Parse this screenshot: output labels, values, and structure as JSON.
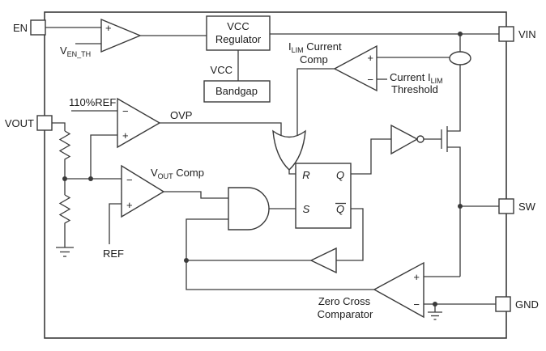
{
  "pins": {
    "en": "EN",
    "vin": "VIN",
    "vout": "VOUT",
    "sw": "SW",
    "gnd": "GND"
  },
  "blocks": {
    "vcc_reg_line1": "VCC",
    "vcc_reg_line2": "Regulator",
    "vcc_net": "VCC",
    "bandgap": "Bandgap"
  },
  "comparators": {
    "en_th_main": "V",
    "en_th_sub": "EN_TH",
    "ilim_name_i": "I",
    "ilim_name_sub": "LIM",
    "ilim_name_rest": " Current",
    "ilim_name_line2": "Comp",
    "ilim_thresh_pre": "Current I",
    "ilim_thresh_sub": "LIM",
    "ilim_thresh_line2": "Threshold",
    "ovp": "OVP",
    "ref110": "110%REF",
    "vout_comp_v": "V",
    "vout_comp_sub": "OUT",
    "vout_comp_rest": " Comp",
    "ref": "REF",
    "zc_line1": "Zero Cross",
    "zc_line2": "Comparator"
  },
  "flipflop": {
    "r": "R",
    "s": "S",
    "q": "Q",
    "qbar": "Q"
  },
  "signs": {
    "plus": "+",
    "minus": "−"
  }
}
